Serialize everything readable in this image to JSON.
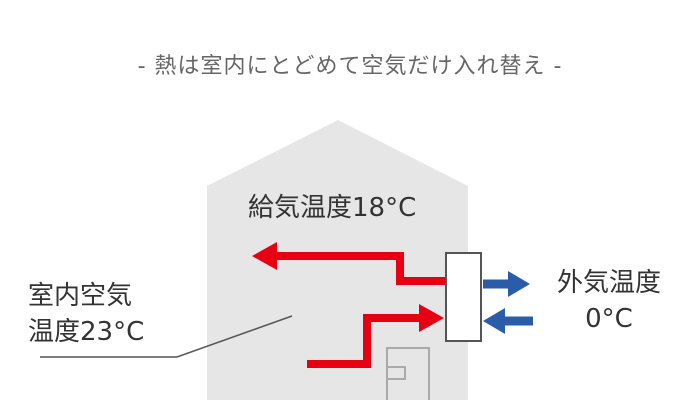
{
  "title": "- 熱は室内にとどめて空気だけ入れ替え -",
  "labels": {
    "supply_air_temp": "給気温度18°C",
    "indoor_line1": "室内空気",
    "indoor_line2": "温度23°C",
    "outdoor_line1": "外気温度",
    "outdoor_line2": "0°C"
  },
  "colors": {
    "house": "#e6e6e6",
    "warm_arrow": "#e60012",
    "cold_arrow": "#2a5caa",
    "unit_border": "#555555",
    "text": "#333333",
    "title_text": "#666666",
    "door": "#aaaaaa"
  }
}
